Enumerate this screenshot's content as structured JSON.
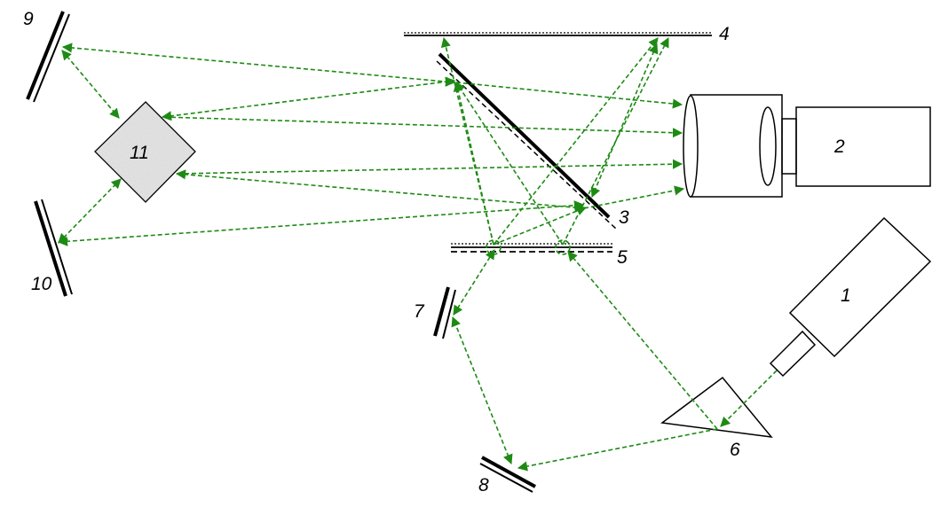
{
  "labels": {
    "1": "1",
    "2": "2",
    "3": "3",
    "4": "4",
    "5": "5",
    "6": "6",
    "7": "7",
    "8": "8",
    "9": "9",
    "10": "10",
    "11": "11"
  },
  "colors": {
    "beam": "#1e8a14",
    "outline": "#000000",
    "diffuser_fill": "#e4e4e4"
  }
}
